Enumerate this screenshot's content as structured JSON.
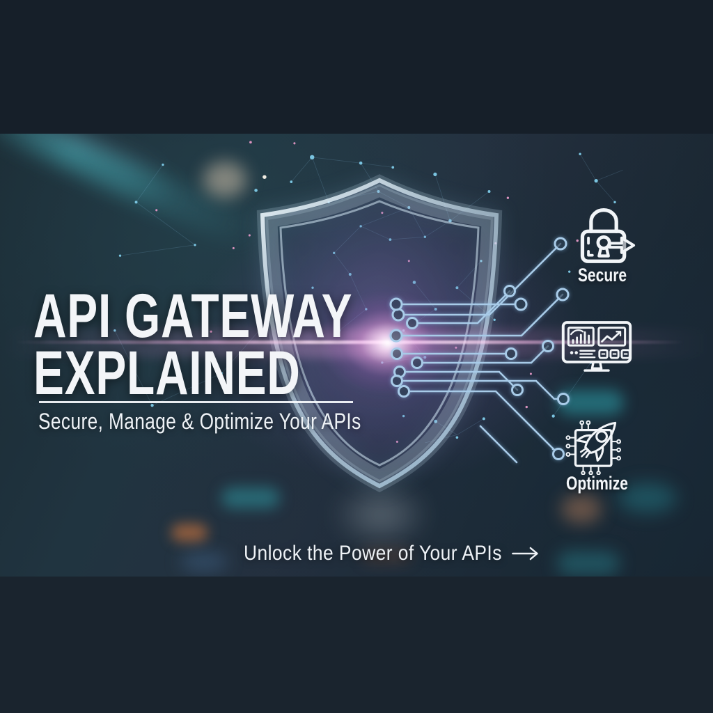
{
  "banner": {
    "title_line1": "API GATEWAY",
    "title_line2": "EXPLAINED",
    "subtitle": "Secure, Manage & Optimize Your APIs",
    "cta_label": "Unlock the Power of Your APIs"
  },
  "features": [
    {
      "icon": "lock-with-arrow-icon",
      "label": "Secure"
    },
    {
      "icon": "analytics-dashboard-monitor-icon",
      "label": ""
    },
    {
      "icon": "rocket-on-chip-icon",
      "label": "Optimize"
    }
  ],
  "graphics": {
    "center_graphic": "wireframe-shield-with-network-mesh",
    "connectors": "circuit-traces-with-round-nodes"
  },
  "colors": {
    "letterbox_top": "#161f29",
    "letterbox_bottom": "#1a242e",
    "background_teal_navy": "#1d2b36",
    "circuit_line": "#a8cbe8",
    "text_white": "#f3f6f9",
    "flare_pink": "#e8a4dc",
    "teal_glow": "#2fb3bd",
    "orange_accent": "#d97a45"
  }
}
